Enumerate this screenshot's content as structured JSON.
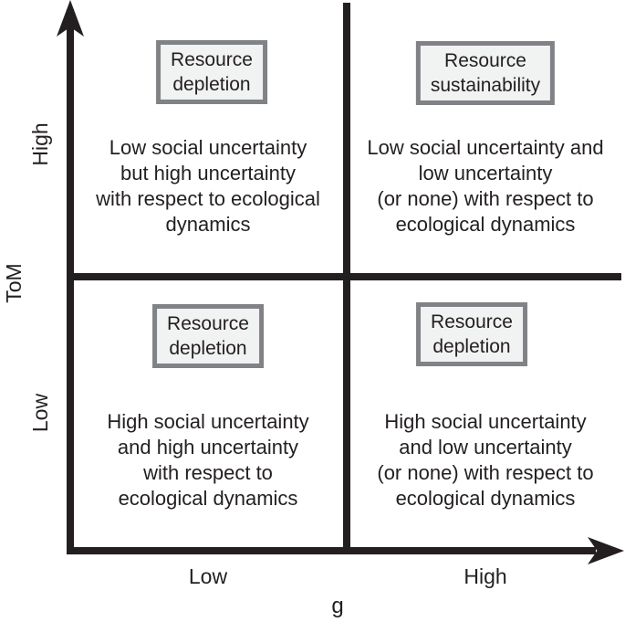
{
  "diagram": {
    "y_axis": {
      "title": "ToM",
      "high_label": "High",
      "low_label": "Low"
    },
    "x_axis": {
      "title": "g",
      "low_label": "Low",
      "high_label": "High"
    },
    "quadrants": {
      "top_left": {
        "box_label": [
          "Resource",
          "depletion"
        ],
        "description": [
          "Low social uncertainty",
          "but high uncertainty",
          "with respect to ecological",
          "dynamics"
        ]
      },
      "top_right": {
        "box_label": [
          "Resource",
          "sustainability"
        ],
        "description": [
          "Low social uncertainty and",
          "low uncertainty",
          "(or none) with respect to",
          "ecological dynamics"
        ]
      },
      "bottom_left": {
        "box_label": [
          "Resource",
          "depletion"
        ],
        "description": [
          "High social uncertainty",
          "and high uncertainty",
          "with respect to",
          "ecological dynamics"
        ]
      },
      "bottom_right": {
        "box_label": [
          "Resource",
          "depletion"
        ],
        "description": [
          "High social uncertainty",
          "and low uncertainty",
          "(or none) with respect to",
          "ecological dynamics"
        ]
      }
    },
    "colors": {
      "line": "#231f20",
      "text": "#231f20",
      "box_border": "#808285",
      "box_fill": "#f1f2f2",
      "bg": "#ffffff"
    }
  }
}
